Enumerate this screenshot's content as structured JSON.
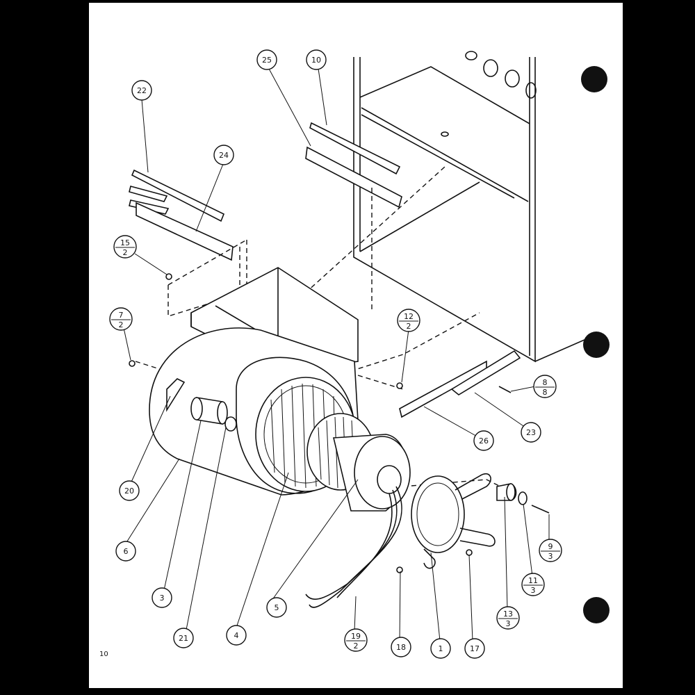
{
  "page_number": "10",
  "callouts": [
    {
      "id": "22",
      "label": "22"
    },
    {
      "id": "24",
      "label": "24"
    },
    {
      "id": "25",
      "label": "25"
    },
    {
      "id": "10",
      "label": "10"
    },
    {
      "id": "15-2",
      "num": "15",
      "qty": "2"
    },
    {
      "id": "7-2",
      "num": "7",
      "qty": "2"
    },
    {
      "id": "12-2",
      "num": "12",
      "qty": "2"
    },
    {
      "id": "8-8",
      "num": "8",
      "qty": "8"
    },
    {
      "id": "23",
      "label": "23"
    },
    {
      "id": "26",
      "label": "26"
    },
    {
      "id": "20",
      "label": "20"
    },
    {
      "id": "6",
      "label": "6"
    },
    {
      "id": "3",
      "label": "3"
    },
    {
      "id": "21",
      "label": "21"
    },
    {
      "id": "4",
      "label": "4"
    },
    {
      "id": "5",
      "label": "5"
    },
    {
      "id": "19-2",
      "num": "19",
      "qty": "2"
    },
    {
      "id": "18",
      "label": "18"
    },
    {
      "id": "1",
      "label": "1"
    },
    {
      "id": "17",
      "label": "17"
    },
    {
      "id": "13-3",
      "num": "13",
      "qty": "3"
    },
    {
      "id": "11-3",
      "num": "11",
      "qty": "3"
    },
    {
      "id": "9-3",
      "num": "9",
      "qty": "3"
    }
  ]
}
